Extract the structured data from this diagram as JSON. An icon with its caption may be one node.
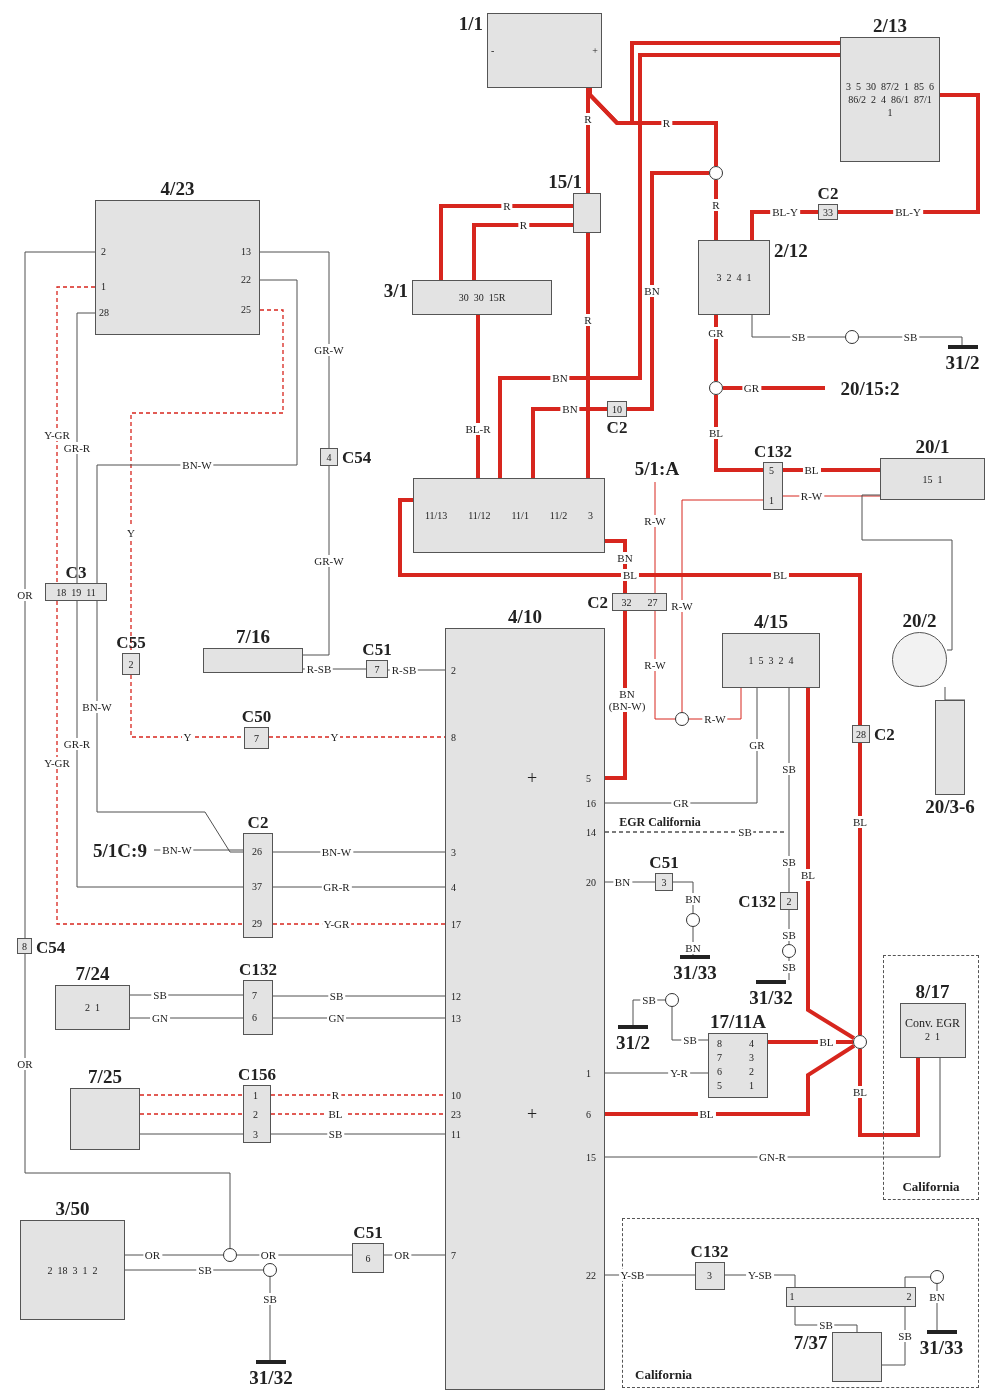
{
  "diagram": {
    "nodes": [
      {
        "text": [
          "1/1",
          "-",
          "+"
        ]
      },
      {
        "text": [
          "2/13",
          "3",
          "5",
          "30",
          "87/2",
          "1",
          "85",
          "6",
          "86/2",
          "2",
          "4",
          "86/1",
          "87/1",
          "1"
        ]
      },
      {
        "text": [
          "15/1"
        ]
      },
      {
        "text": [
          "3/1",
          "30",
          "30",
          "15R"
        ]
      },
      {
        "text": [
          "4/23",
          "2",
          "1",
          "28",
          "13",
          "22",
          "25"
        ]
      },
      {
        "text": [
          "4",
          "C54"
        ]
      },
      {
        "text": [
          "2/12",
          "3",
          "2",
          "4",
          "1"
        ]
      },
      {
        "text": [
          "C2",
          "33"
        ]
      },
      {
        "text": [],
        "shape": "circle"
      },
      {
        "text": [],
        "shape": "circle"
      },
      {
        "text": [
          "31/2"
        ]
      },
      {
        "text": [],
        "shape": "circle"
      },
      {
        "text": [
          "20/15:2"
        ]
      },
      {
        "text": [
          "10",
          "C2"
        ]
      },
      {
        "text": [
          "11/13",
          "11/12",
          "11/1",
          "11/2",
          "3"
        ]
      },
      {
        "text": [
          "C132",
          "5",
          "1"
        ]
      },
      {
        "text": [
          "20/1",
          "15",
          "1"
        ]
      },
      {
        "text": [
          "5/1:A"
        ]
      },
      {
        "text": [
          "C3",
          "18",
          "19",
          "11"
        ]
      },
      {
        "text": [
          "C2",
          "32",
          "27"
        ]
      },
      {
        "text": [
          "4/10",
          "2",
          "8",
          "5",
          "16",
          "14",
          "3",
          "20",
          "4",
          "17",
          "12",
          "13",
          "1",
          "10",
          "23",
          "6",
          "11",
          "15",
          "7",
          "22"
        ]
      },
      {
        "text": [
          "4/15",
          "1",
          "5",
          "3",
          "2",
          "4"
        ]
      },
      {
        "text": [
          "20/2"
        ]
      },
      {
        "text": [
          "20/3-6"
        ]
      },
      {
        "text": [
          "C55",
          "2"
        ]
      },
      {
        "text": [
          "7/16"
        ]
      },
      {
        "text": [
          "C51",
          "7"
        ]
      },
      {
        "text": [
          "C50",
          "7"
        ]
      },
      {
        "text": [],
        "shape": "circle"
      },
      {
        "text": [
          "28",
          "C2"
        ]
      },
      {
        "text": [
          "5/1C:9"
        ]
      },
      {
        "text": [
          "C2",
          "26",
          "37",
          "29"
        ]
      },
      {
        "text": [
          "C51",
          "3"
        ]
      },
      {
        "text": [],
        "shape": "circle"
      },
      {
        "text": [
          "31/33"
        ]
      },
      {
        "text": [
          "C132",
          "2"
        ]
      },
      {
        "text": [],
        "shape": "circle"
      },
      {
        "text": [
          "31/32"
        ]
      },
      {
        "text": [
          "8",
          "C54"
        ]
      },
      {
        "text": [
          "7/24",
          "2",
          "1"
        ]
      },
      {
        "text": [
          "C132",
          "7",
          "6"
        ]
      },
      {
        "text": [
          "31/2"
        ]
      },
      {
        "text": [],
        "shape": "circle"
      },
      {
        "text": [
          "17/11A",
          "8",
          "4",
          "7",
          "3",
          "6",
          "2",
          "5",
          "1"
        ]
      },
      {
        "text": [],
        "shape": "circle"
      },
      {
        "text": [
          "California"
        ]
      },
      {
        "text": [
          "8/17",
          "Conv. EGR",
          "2",
          "1"
        ],
        "in": 45
      },
      {
        "text": [
          "7/25"
        ]
      },
      {
        "text": [
          "C156",
          "1",
          "2",
          "3"
        ]
      },
      {
        "text": [
          "3/50",
          "2",
          "18",
          "3",
          "1",
          "2"
        ]
      },
      {
        "text": [],
        "shape": "circle"
      },
      {
        "text": [],
        "shape": "circle"
      },
      {
        "text": [
          "31/32"
        ]
      },
      {
        "text": [
          "C51",
          "6"
        ]
      },
      {
        "text": [
          "California"
        ]
      },
      {
        "text": [
          "C132",
          "3"
        ],
        "in": 54
      },
      {
        "text": [
          "1",
          "2"
        ],
        "in": 54
      },
      {
        "text": [
          "7/37"
        ],
        "in": 54
      },
      {
        "text": [],
        "shape": "circle",
        "in": 54
      },
      {
        "text": [
          "31/33"
        ],
        "in": 54
      }
    ],
    "edges": [
      {
        "from": 0,
        "to": 1,
        "arrow": "none",
        "style": "thick",
        "color": "#d7261e"
      },
      {
        "from": 0,
        "to": 8,
        "arrow": "none",
        "label": "R",
        "style": "thick",
        "color": "#d7261e"
      },
      {
        "from": 0,
        "to": 2,
        "arrow": "none",
        "label": "R",
        "style": "thick",
        "color": "#d7261e"
      },
      {
        "from": 2,
        "to": 14,
        "arrow": "none",
        "label": "R",
        "style": "thick",
        "color": "#d7261e"
      },
      {
        "from": 2,
        "to": 3,
        "arrow": "none",
        "label": "R",
        "style": "thick",
        "color": "#d7261e"
      },
      {
        "from": 2,
        "to": 3,
        "arrow": "none",
        "label": "R",
        "style": "thick",
        "color": "#d7261e"
      },
      {
        "from": 3,
        "to": 14,
        "arrow": "none",
        "label": "BL-R",
        "style": "thick",
        "color": "#d7261e"
      },
      {
        "from": 1,
        "to": 14,
        "arrow": "none",
        "label": "BN",
        "style": "thick",
        "color": "#d7261e"
      },
      {
        "from": 8,
        "to": 13,
        "arrow": "none",
        "label": "BN",
        "style": "thick",
        "color": "#d7261e"
      },
      {
        "from": 13,
        "to": 14,
        "arrow": "none",
        "label": "BN",
        "style": "thick",
        "color": "#d7261e"
      },
      {
        "from": 8,
        "to": 6,
        "arrow": "none",
        "label": "R",
        "style": "thick",
        "color": "#d7261e"
      },
      {
        "from": 6,
        "to": 7,
        "arrow": "none",
        "label": "BL-Y",
        "style": "thick",
        "color": "#d7261e"
      },
      {
        "from": 7,
        "to": 1,
        "arrow": "none",
        "label": "BL-Y",
        "style": "thick",
        "color": "#d7261e"
      },
      {
        "from": 6,
        "to": 9,
        "arrow": "none",
        "label": "SB"
      },
      {
        "from": 9,
        "to": 10,
        "arrow": "none",
        "label": "SB"
      },
      {
        "from": 6,
        "to": 11,
        "arrow": "none",
        "label": "GR",
        "style": "thick",
        "color": "#d7261e"
      },
      {
        "from": 11,
        "to": 12,
        "arrow": "none",
        "label": "GR",
        "style": "thick",
        "color": "#d7261e"
      },
      {
        "from": 11,
        "to": 15,
        "arrow": "none",
        "label": "BL",
        "style": "thick",
        "color": "#d7261e"
      },
      {
        "from": 15,
        "to": 16,
        "arrow": "none",
        "label": "BL",
        "style": "thick",
        "color": "#d7261e"
      },
      {
        "from": 15,
        "to": 16,
        "arrow": "none",
        "label": "R-W",
        "color": "#d7261e"
      },
      {
        "from": 15,
        "to": 28,
        "arrow": "none",
        "label": "R-W",
        "color": "#d7261e"
      },
      {
        "from": 17,
        "to": 19,
        "arrow": "none",
        "label": "R-W",
        "color": "#d7261e"
      },
      {
        "from": 19,
        "to": 28,
        "arrow": "none",
        "label": "R-W",
        "color": "#d7261e"
      },
      {
        "from": 28,
        "to": 21,
        "arrow": "none",
        "label": "R-W",
        "color": "#d7261e"
      },
      {
        "from": 14,
        "to": 19,
        "arrow": "none",
        "label": "BN",
        "style": "thick",
        "color": "#d7261e"
      },
      {
        "from": 19,
        "to": 20,
        "arrow": "none",
        "label": "BN (BN-W)",
        "style": "thick",
        "color": "#d7261e"
      },
      {
        "from": 14,
        "to": 29,
        "arrow": "none",
        "label": "BL",
        "style": "thick",
        "color": "#d7261e"
      },
      {
        "from": 29,
        "to": 44,
        "arrow": "none",
        "label": "BL",
        "style": "thick",
        "color": "#d7261e"
      },
      {
        "from": 44,
        "to": 46,
        "arrow": "none",
        "label": "BL",
        "style": "thick",
        "color": "#d7261e"
      },
      {
        "from": 21,
        "to": 44,
        "arrow": "none",
        "label": "BL",
        "style": "thick",
        "color": "#d7261e"
      },
      {
        "from": 43,
        "to": 44,
        "arrow": "none",
        "label": "BL",
        "style": "thick",
        "color": "#d7261e"
      },
      {
        "from": 20,
        "to": 44,
        "arrow": "none",
        "label": "BL",
        "style": "thick",
        "color": "#d7261e"
      },
      {
        "from": 21,
        "to": 20,
        "arrow": "none",
        "label": "GR"
      },
      {
        "from": 21,
        "to": 35,
        "arrow": "none",
        "label": "SB"
      },
      {
        "from": 35,
        "to": 36,
        "arrow": "none",
        "label": "SB"
      },
      {
        "from": 36,
        "to": 37,
        "arrow": "none",
        "label": "SB"
      },
      {
        "from": 20,
        "to": null,
        "arrow": "none",
        "label": "SB",
        "style": "dashed"
      },
      {
        "from": 20,
        "to": 32,
        "arrow": "none",
        "label": "BN"
      },
      {
        "from": 32,
        "to": 33,
        "arrow": "none",
        "label": "BN"
      },
      {
        "from": 33,
        "to": 34,
        "arrow": "none",
        "label": "BN"
      },
      {
        "from": 42,
        "to": 41,
        "arrow": "none",
        "label": "SB"
      },
      {
        "from": 42,
        "to": 43,
        "arrow": "none",
        "label": "SB"
      },
      {
        "from": 20,
        "to": 43,
        "arrow": "none",
        "label": "Y-R"
      },
      {
        "from": 20,
        "to": 46,
        "arrow": "none",
        "label": "GN-R"
      },
      {
        "from": 20,
        "to": 55,
        "arrow": "none",
        "label": "Y-SB"
      },
      {
        "from": 55,
        "to": 56,
        "arrow": "none",
        "label": "Y-SB"
      },
      {
        "from": 56,
        "to": 57,
        "arrow": "none",
        "label": "SB"
      },
      {
        "from": 57,
        "to": 56,
        "arrow": "none",
        "label": "SB"
      },
      {
        "from": 56,
        "to": 58,
        "arrow": "none"
      },
      {
        "from": 58,
        "to": 59,
        "arrow": "none",
        "label": "BN"
      },
      {
        "from": 4,
        "to": 5,
        "arrow": "none",
        "label": "GR-W"
      },
      {
        "from": 5,
        "to": 25,
        "arrow": "none",
        "label": "GR-W"
      },
      {
        "from": 25,
        "to": 26,
        "arrow": "none",
        "label": "R-SB"
      },
      {
        "from": 26,
        "to": 20,
        "arrow": "none",
        "label": "R-SB"
      },
      {
        "from": 4,
        "to": 24,
        "arrow": "none",
        "label": "Y",
        "style": "dashed",
        "color": "#d7261e"
      },
      {
        "from": 24,
        "to": 27,
        "arrow": "none",
        "label": "Y",
        "style": "dashed",
        "color": "#d7261e"
      },
      {
        "from": 27,
        "to": 20,
        "arrow": "none",
        "label": "Y",
        "style": "dashed",
        "color": "#d7261e"
      },
      {
        "from": 4,
        "to": 18,
        "arrow": "none",
        "label": "BN-W"
      },
      {
        "from": 18,
        "to": 31,
        "arrow": "none",
        "label": "BN-W"
      },
      {
        "from": 30,
        "to": 31,
        "arrow": "none",
        "label": "BN-W"
      },
      {
        "from": 31,
        "to": 20,
        "arrow": "none",
        "label": "BN-W"
      },
      {
        "from": 4,
        "to": 18,
        "arrow": "none",
        "label": "GR-R"
      },
      {
        "from": 18,
        "to": 31,
        "arrow": "none",
        "label": "GR-R"
      },
      {
        "from": 31,
        "to": 20,
        "arrow": "none",
        "label": "GR-R"
      },
      {
        "from": 4,
        "to": 18,
        "arrow": "none",
        "label": "Y-GR",
        "style": "dashed",
        "color": "#d7261e"
      },
      {
        "from": 18,
        "to": 31,
        "arrow": "none",
        "label": "Y-GR",
        "style": "dashed",
        "color": "#d7261e"
      },
      {
        "from": 31,
        "to": 20,
        "arrow": "none",
        "label": "Y-GR",
        "style": "dashed",
        "color": "#d7261e"
      },
      {
        "from": 4,
        "to": 38,
        "arrow": "none",
        "label": "OR"
      },
      {
        "from": 38,
        "to": 50,
        "arrow": "none",
        "label": "OR"
      },
      {
        "from": 49,
        "to": 50,
        "arrow": "none",
        "label": "OR"
      },
      {
        "from": 50,
        "to": 53,
        "arrow": "none",
        "label": "OR"
      },
      {
        "from": 53,
        "to": 20,
        "arrow": "none",
        "label": "OR"
      },
      {
        "from": 49,
        "to": 51,
        "arrow": "none",
        "label": "SB"
      },
      {
        "from": 51,
        "to": 52,
        "arrow": "none",
        "label": "SB"
      },
      {
        "from": 39,
        "to": 40,
        "arrow": "none",
        "label": "SB"
      },
      {
        "from": 39,
        "to": 40,
        "arrow": "none",
        "label": "GN"
      },
      {
        "from": 40,
        "to": 20,
        "arrow": "none",
        "label": "SB"
      },
      {
        "from": 40,
        "to": 20,
        "arrow": "none",
        "label": "GN"
      },
      {
        "from": 47,
        "to": 48,
        "arrow": "none",
        "style": "dashed",
        "color": "#d7261e"
      },
      {
        "from": 47,
        "to": 48,
        "arrow": "none",
        "style": "dashed",
        "color": "#d7261e"
      },
      {
        "from": 47,
        "to": 48,
        "arrow": "none"
      },
      {
        "from": 48,
        "to": 20,
        "arrow": "none",
        "label": "R",
        "style": "dashed",
        "color": "#d7261e"
      },
      {
        "from": 48,
        "to": 20,
        "arrow": "none",
        "label": "BL",
        "style": "dashed",
        "color": "#d7261e"
      },
      {
        "from": 48,
        "to": 20,
        "arrow": "none",
        "label": "SB"
      },
      {
        "from": 16,
        "to": 22,
        "arrow": "none"
      },
      {
        "from": 22,
        "to": 23,
        "arrow": "none"
      }
    ],
    "labels": [
      "BL",
      "GR",
      "SB",
      "EGR California",
      "+",
      "+"
    ]
  }
}
